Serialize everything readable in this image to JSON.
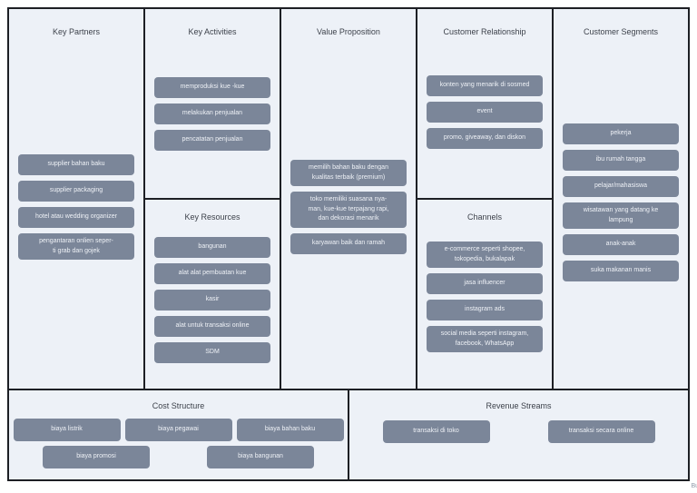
{
  "sections": {
    "key_partners": {
      "title": "Key Partners",
      "items": [
        "supplier bahan baku",
        "supplier packaging",
        "hotel atau wedding organizer",
        "pengantaran onlien seper-\nti grab dan gojek"
      ]
    },
    "key_activities": {
      "title": "Key Activities",
      "items": [
        "memproduksi kue -kue",
        "melakukan penjualan",
        "pencatatan penjualan"
      ]
    },
    "key_resources": {
      "title": "Key Resources",
      "items": [
        "bangunan",
        "alat alat pembuatan kue",
        "kasir",
        "alat untuk transaksi online",
        "SDM"
      ]
    },
    "value_proposition": {
      "title": "Value Proposition",
      "items": [
        "memilih bahan baku dengan\nkualitas terbaik (premium)",
        "toko memiliki suasana nya-\nman, kue-kue terpajang rapi,\ndan dekorasi menarik",
        "karyawan baik dan ramah"
      ]
    },
    "customer_relationship": {
      "title": "Customer Relationship",
      "items": [
        "konten yang menarik di sosmed",
        "event",
        "promo, giveaway, dan diskon"
      ]
    },
    "channels": {
      "title": "Channels",
      "items": [
        "e-commerce seperti shopee,\ntokopedia, bukalapak",
        "jasa influencer",
        "instagram ads",
        "social media seperti instagram,\nfacebook, WhatsApp"
      ]
    },
    "customer_segments": {
      "title": "Customer Segments",
      "items": [
        "pekerja",
        "ibu rumah tangga",
        "pelajar/mahasiswa",
        "wisatawan yang datang ke\nlampung",
        "anak-anak",
        "suka makanan manis"
      ]
    },
    "cost_structure": {
      "title": "Cost Structure",
      "rows": [
        [
          "biaya listrik",
          "biaya pegawai",
          "biaya bahan baku"
        ],
        [
          "biaya promosi",
          "biaya bangunan"
        ]
      ]
    },
    "revenue_streams": {
      "title": "Revenue Streams",
      "items": [
        "transaksi di toko",
        "transaksi secara online"
      ]
    }
  },
  "watermark": "Bu",
  "colors": {
    "chip_bg": "#7b8699",
    "chip_text": "#eef1f6",
    "cell_bg": "#edf1f7",
    "border": "#1d1f24",
    "title_text": "#3d424b"
  }
}
